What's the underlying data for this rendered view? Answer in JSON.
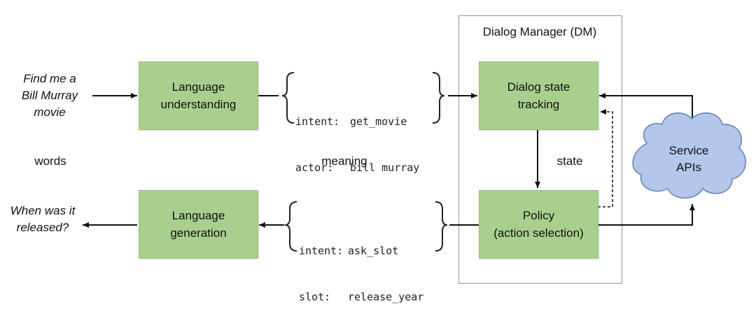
{
  "input_utterance": [
    "Find me a",
    "Bill Murray",
    "movie"
  ],
  "output_utterance": [
    "When was it",
    "released?"
  ],
  "labels": {
    "words": "words",
    "meaning": "meaning",
    "state": "state"
  },
  "boxes": {
    "nlu": [
      "Language",
      "understanding"
    ],
    "nlg": [
      "Language",
      "generation"
    ],
    "dst": [
      "Dialog state",
      "tracking"
    ],
    "policy": [
      "Policy",
      "(action selection)"
    ]
  },
  "dm_title": "Dialog Manager (DM)",
  "service_apis": [
    "Service",
    "APIs"
  ],
  "frames": {
    "understanding": [
      {
        "key": "intent:",
        "value": "get_movie"
      },
      {
        "key": "actor:",
        "value": "bill murray"
      }
    ],
    "generation": [
      {
        "key": "intent:",
        "value": "ask_slot"
      },
      {
        "key": "slot:",
        "value": "release_year"
      }
    ]
  },
  "colors": {
    "box_fill": "#a9cf8e",
    "cloud_fill": "#b4c6ea",
    "frame_border": "#8a95a3"
  }
}
